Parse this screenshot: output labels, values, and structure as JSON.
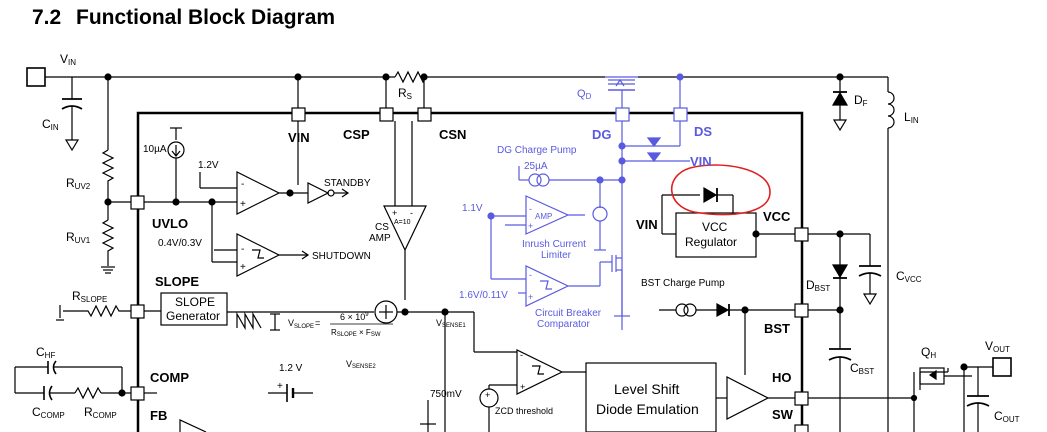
{
  "section": {
    "number": "7.2",
    "title": "Functional Block Diagram"
  },
  "colors": {
    "black": "#000000",
    "blue": "#5a5ae0",
    "annotation": "#e02020"
  },
  "labels": {
    "vin_pin": "V",
    "vin_pin_sub": "IN",
    "cin": "C",
    "cin_sub": "IN",
    "ruv2": "R",
    "ruv2_sub": "UV2",
    "ruv1": "R",
    "ruv1_sub": "UV1",
    "rs": "R",
    "rs_sub": "S",
    "qd": "Q",
    "qd_sub": "D",
    "df": "D",
    "df_sub": "F",
    "lin": "L",
    "lin_sub": "IN",
    "pin_vin": "VIN",
    "pin_csp": "CSP",
    "pin_csn": "CSN",
    "pin_dg": "DG",
    "pin_ds": "DS",
    "vin_blue": "VIN",
    "current_10ua": "10µA",
    "v12": "1.2V",
    "standby": "STANDBY",
    "uvlo": "UVLO",
    "v04": "0.4V/0.3V",
    "shutdown": "SHUTDOWN",
    "dg_pump": "DG Charge Pump",
    "i25": "25µA",
    "v11": "1.1V",
    "amp": "AMP",
    "inrush1": "Inrush Current",
    "inrush2": "Limiter",
    "cb_v": "1.6V/0.11V",
    "cb1": "Circuit Breaker",
    "cb2": "Comparator",
    "cs1": "CS",
    "cs2": "AMP",
    "cs_gain": "A=10",
    "vin_reg": "VIN",
    "vcc_reg1": "VCC",
    "vcc_reg2": "Regulator",
    "vcc_pin": "VCC",
    "cvcc": "C",
    "cvcc_sub": "VCC",
    "bst_pump": "BST Charge Pump",
    "dbst": "D",
    "dbst_sub": "BST",
    "bst_pin": "BST",
    "cbst": "C",
    "cbst_sub": "BST",
    "slope": "SLOPE",
    "slope_gen1": "SLOPE",
    "slope_gen2": "Generator",
    "rslope": "R",
    "rslope_sub": "SLOPE",
    "vslope": "V",
    "vslope_sub": "SLOPE",
    "vslope_eq": "=",
    "vslope_num": "6 × 10",
    "vslope_exp": "9",
    "vslope_den_r": "R",
    "vslope_den_rsub": "SLOPE",
    "vslope_den_x": " × F",
    "vslope_den_fsub": "SW",
    "vsense1": "V",
    "vsense1_sub": "SENSE1",
    "vsense2": "V",
    "vsense2_sub": "SENSE2",
    "chf": "C",
    "chf_sub": "HF",
    "comp": "COMP",
    "ccomp": "C",
    "ccomp_sub": "COMP",
    "rcomp": "R",
    "rcomp_sub": "COMP",
    "fb": "FB",
    "v12b": "1.2 V",
    "v750": "750mV",
    "zcd": "ZCD threshold",
    "ls1": "Level Shift",
    "ls2": "Diode Emulation",
    "ho": "HO",
    "sw": "SW",
    "qh": "Q",
    "qh_sub": "H",
    "vout": "V",
    "vout_sub": "OUT",
    "cout": "C",
    "cout_sub": "OUT",
    "plus": "+",
    "minus": "-"
  }
}
